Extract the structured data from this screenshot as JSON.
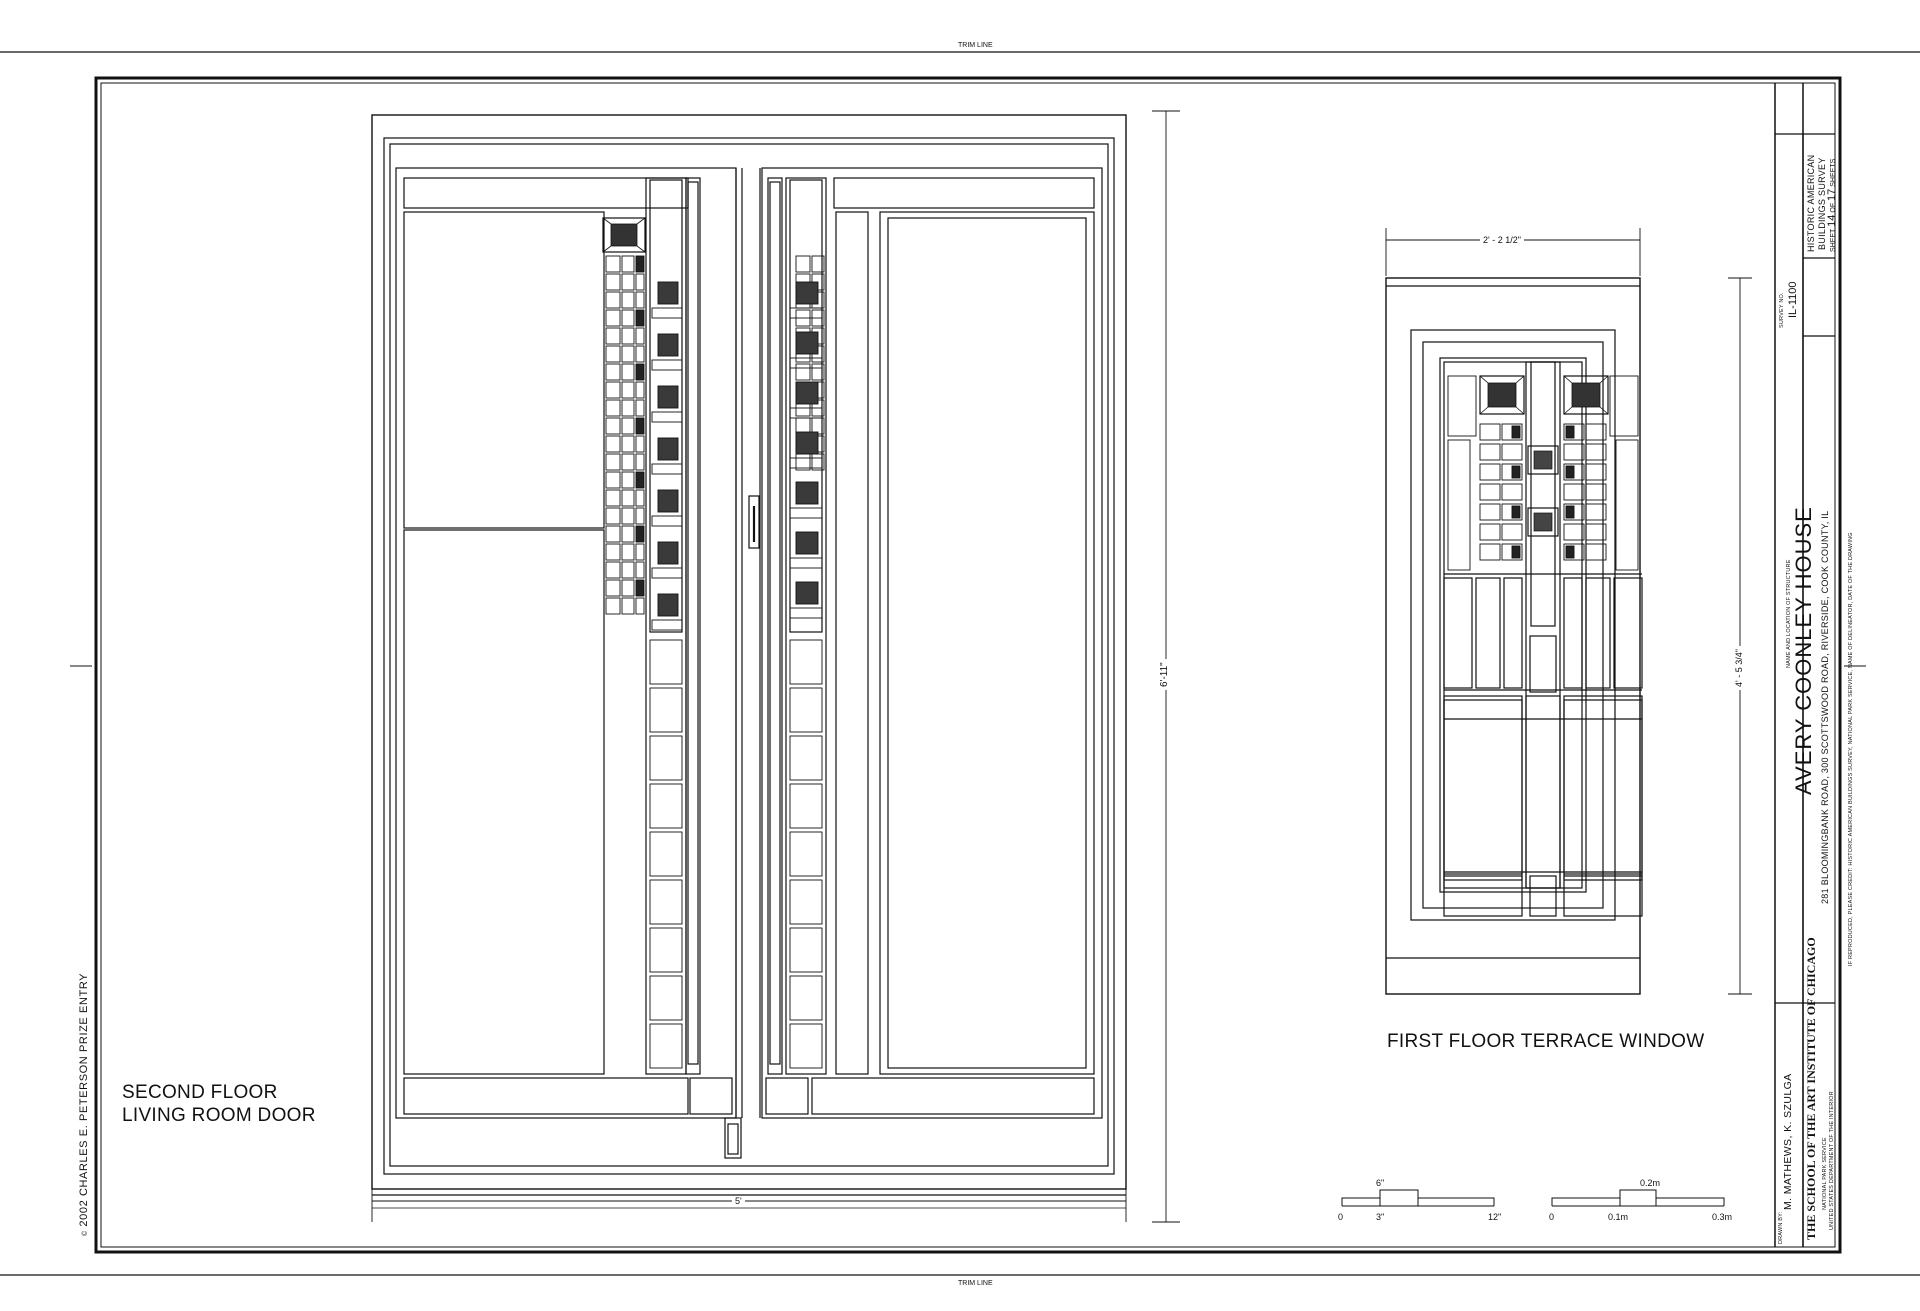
{
  "sheet": {
    "trim_top": "TRIM LINE",
    "trim_bottom": "TRIM LINE"
  },
  "door": {
    "title_line1": "SECOND FLOOR",
    "title_line2": "LIVING ROOM DOOR",
    "dim_width": "5'",
    "dim_height": "6'-11\""
  },
  "window": {
    "title": "FIRST FLOOR TERRACE WINDOW",
    "dim_width": "2' - 2 1/2\"",
    "dim_height": "4' - 5 3/4\""
  },
  "scales": {
    "imperial": {
      "top": "6\"",
      "labels": [
        "0",
        "3\"",
        "12\""
      ]
    },
    "metric": {
      "top": "0.2m",
      "labels": [
        "0",
        "0.1m",
        "0.3m"
      ]
    }
  },
  "left_margin": {
    "prefix": "©",
    "text": "2002 CHARLES E. PETERSON PRIZE ENTRY"
  },
  "title_block": {
    "structure_caption": "NAME AND LOCATION OF STRUCTURE",
    "structure_name": "AVERY COONLEY HOUSE",
    "address": "281 BLOOMINGBANK ROAD, 300 SCOTTSWOOD ROAD, RIVERSIDE, COOK COUNTY, IL",
    "credit": "IF REPRODUCED, PLEASE CREDIT: HISTORIC AMERICAN BUILDINGS SURVEY, NATIONAL PARK SERVICE, NAME OF DELINEATOR, DATE OF THE DRAWING",
    "drawn_by_caption": "DRAWN BY:",
    "drawn_by": "M. MATHEWS, K. SZULGA",
    "school": "THE SCHOOL OF THE ART INSTITUTE OF CHICAGO",
    "agency1": "NATIONAL PARK SERVICE",
    "agency2": "UNITED STATES DEPARTMENT OF THE INTERIOR",
    "survey_caption": "SURVEY NO.",
    "survey_no": "IL-1100",
    "habs_line1": "HISTORIC AMERICAN",
    "habs_line2": "BUILDINGS SURVEY",
    "sheet_prefix": "SHEET",
    "sheet_no": "14",
    "sheet_of": "OF",
    "sheet_total": "17",
    "sheet_suffix": "SHEETS"
  }
}
